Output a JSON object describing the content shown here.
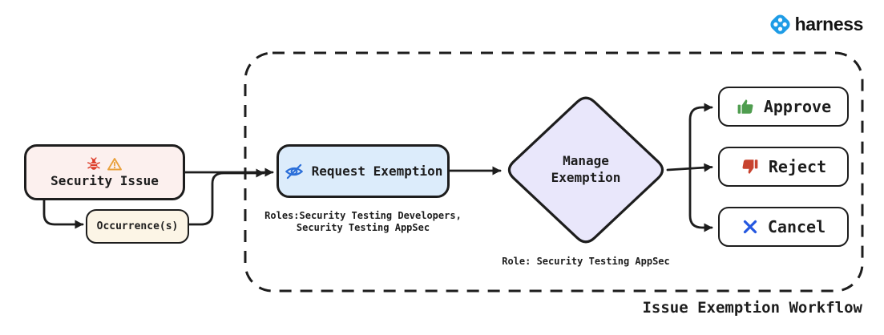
{
  "brand": {
    "name": "harness"
  },
  "caption": "Issue Exemption Workflow",
  "colors": {
    "ink": "#1d1d1d",
    "security_issue_bg": "#fcf0ee",
    "occurrences_bg": "#fcf5e6",
    "request_bg": "#dcecfb",
    "diamond_bg": "#e9e7fb",
    "approve_green": "#4f9d4f",
    "reject_red": "#c8432f",
    "cancel_blue": "#2457e0",
    "eye_blue": "#2b6fd9",
    "bug_red": "#dd3d2a",
    "warning_orange": "#e9a13c",
    "logo_blue": "#1e9ce6"
  },
  "nodes": {
    "security_issue": {
      "label": "Security Issue"
    },
    "occurrences": {
      "label": "Occurrence(s)"
    },
    "request_exemption": {
      "label": "Request Exemption",
      "roles": [
        "Roles:Security Testing Developers,",
        "Security Testing AppSec"
      ]
    },
    "manage_exemption": {
      "line1": "Manage",
      "line2": "Exemption",
      "role": "Role: Security Testing AppSec"
    },
    "actions": [
      {
        "label": "Approve"
      },
      {
        "label": "Reject"
      },
      {
        "label": "Cancel"
      }
    ]
  }
}
